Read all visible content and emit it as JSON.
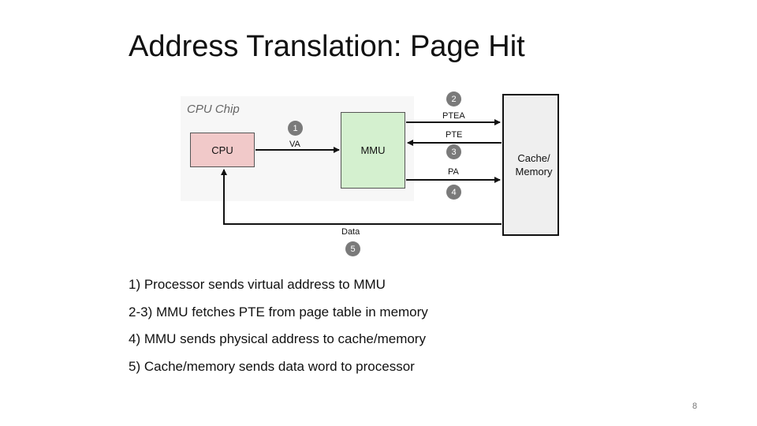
{
  "title": "Address Translation: Page Hit",
  "diagram": {
    "chip_label": "CPU Chip",
    "cpu_label": "CPU",
    "mmu_label": "MMU",
    "memory_label_line1": "Cache/",
    "memory_label_line2": "Memory",
    "arrows": {
      "va": "VA",
      "ptea": "PTEA",
      "pte": "PTE",
      "pa": "PA",
      "data": "Data"
    },
    "badges": [
      "1",
      "2",
      "3",
      "4",
      "5"
    ]
  },
  "steps": [
    "1) Processor sends virtual address to MMU",
    "2-3) MMU fetches PTE from page table in memory",
    "4) MMU sends physical address to cache/memory",
    "5) Cache/memory sends data word to processor"
  ],
  "page_number": "8"
}
